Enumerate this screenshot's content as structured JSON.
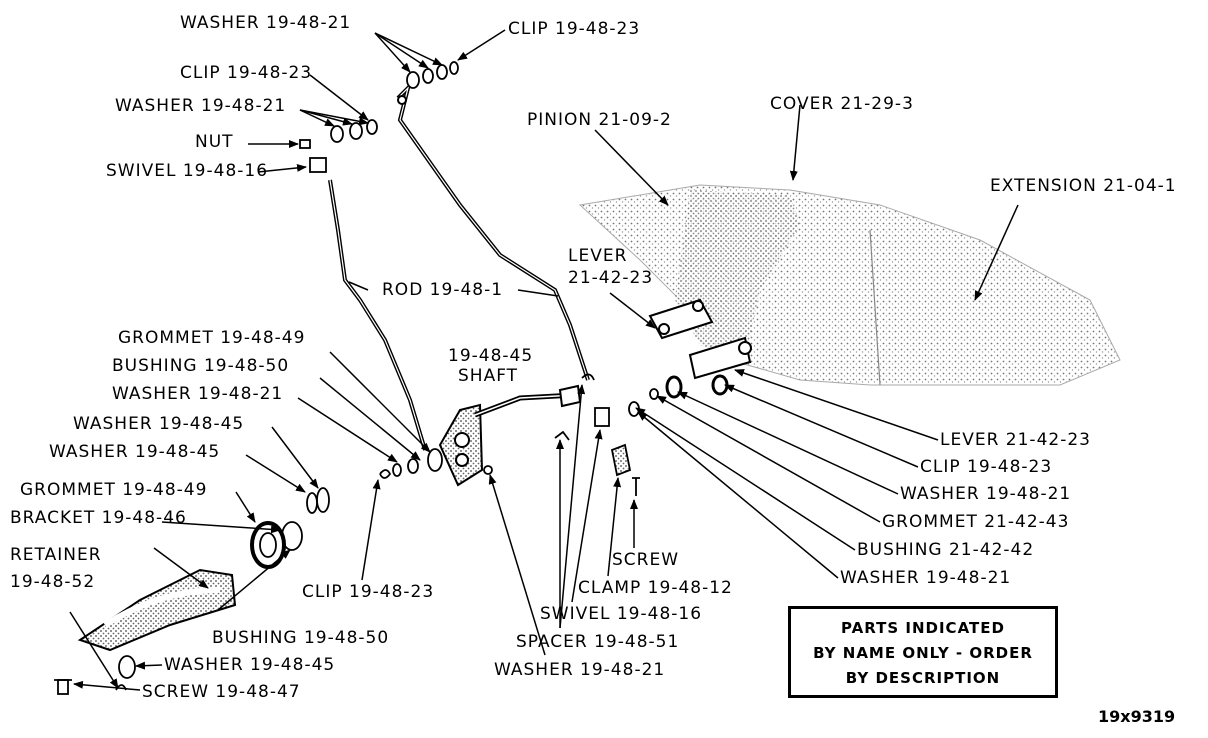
{
  "labels": {
    "washer_top": "WASHER 19-48-21",
    "clip_top": "CLIP 19-48-23",
    "clip_left": "CLIP 19-48-23",
    "washer_left": "WASHER 19-48-21",
    "nut": "NUT",
    "swivel_left": "SWIVEL 19-48-16",
    "pinion": "PINION 21-09-2",
    "cover": "COVER 21-29-3",
    "extension": "EXTENSION 21-04-1",
    "lever_upper_1": "LEVER",
    "lever_upper_2": "21-42-23",
    "rod": "ROD 19-48-1",
    "grommet_upper": "GROMMET 19-48-49",
    "bushing_upper": "BUSHING 19-48-50",
    "shaft_1": "19-48-45",
    "shaft_2": "SHAFT",
    "washer_mid": "WASHER 19-48-21",
    "washer_45_a": "WASHER 19-48-45",
    "washer_45_b": "WASHER 19-48-45",
    "grommet_lower": "GROMMET 19-48-49",
    "bracket": "BRACKET 19-48-46",
    "retainer_1": "RETAINER",
    "retainer_2": "19-48-52",
    "clip_bottom": "CLIP 19-48-23",
    "bushing_lower": "BUSHING 19-48-50",
    "washer_45_bottom": "WASHER 19-48-45",
    "screw_47": "SCREW 19-48-47",
    "lever_right": "LEVER 21-42-23",
    "clip_right": "CLIP 19-48-23",
    "washer_right": "WASHER 19-48-21",
    "grommet_right": "GROMMET 21-42-43",
    "bushing_right": "BUSHING 21-42-42",
    "washer_right_2": "WASHER 19-48-21",
    "screw": "SCREW",
    "clamp": "CLAMP 19-48-12",
    "swivel_bottom": "SWIVEL 19-48-16",
    "spacer": "SPACER 19-48-51",
    "washer_bottom": "WASHER 19-48-21"
  },
  "notice": {
    "line1": "PARTS INDICATED",
    "line2": "BY NAME ONLY - ORDER",
    "line3": "BY DESCRIPTION"
  },
  "figure_number": "19x9319"
}
